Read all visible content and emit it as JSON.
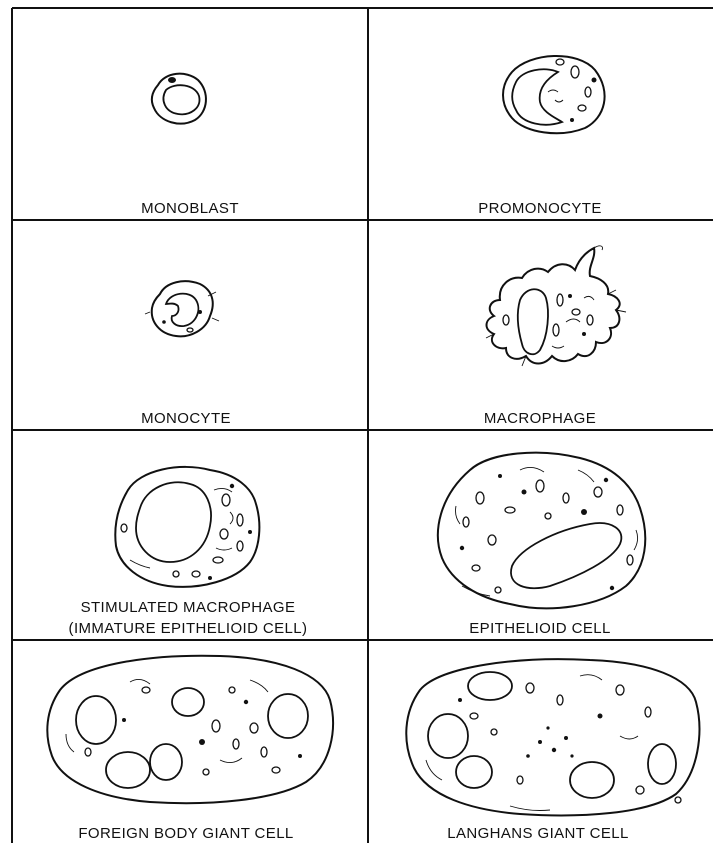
{
  "figure": {
    "panels": [
      {
        "label": "MONOBLAST",
        "icon": "monoblast-cell"
      },
      {
        "label": "PROMONOCYTE",
        "icon": "promonocyte-cell"
      },
      {
        "label": "MONOCYTE",
        "icon": "monocyte-cell"
      },
      {
        "label": "MACROPHAGE",
        "icon": "macrophage-cell"
      },
      {
        "label_line1": "STIMULATED MACROPHAGE",
        "label_line2": "(IMMATURE EPITHELIOID CELL)",
        "icon": "stimulated-macrophage-cell"
      },
      {
        "label": "EPITHELIOID CELL",
        "icon": "epithelioid-cell"
      },
      {
        "label": "FOREIGN BODY GIANT CELL",
        "icon": "foreign-body-giant-cell"
      },
      {
        "label": "LANGHANS GIANT CELL",
        "icon": "langhans-giant-cell"
      }
    ]
  },
  "colors": {
    "ink": "#111111",
    "paper": "#ffffff"
  }
}
